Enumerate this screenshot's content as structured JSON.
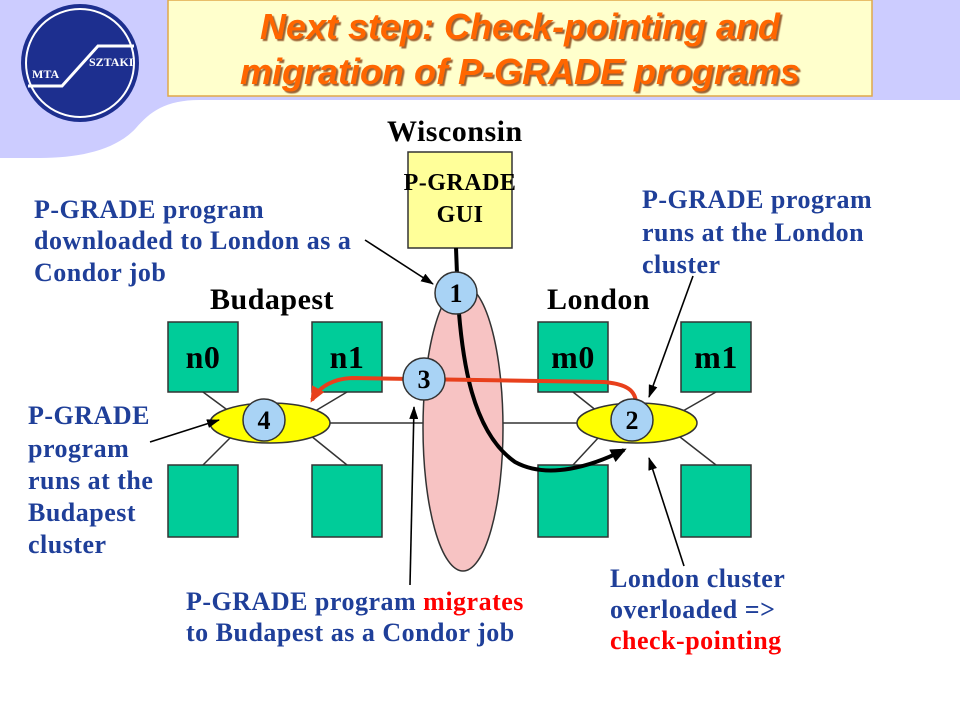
{
  "colors": {
    "header_background": "#ccccff",
    "logo_fill": "#1d2f8f",
    "title_box_fill": "#ffffcc",
    "title_text": "#ff6600",
    "annotation_text": "#1f3f99",
    "highlight_text": "#ff0000",
    "gui_box_fill": "#ffff99",
    "node_fill": "#00cc99",
    "switch_fill": "#ffff00",
    "network_fill": "#f7c3c3",
    "step_marker_fill": "#a9d3f5",
    "migration_arrow": "#e8401c"
  },
  "logo": {
    "left_text": "MTA",
    "right_text": "SZTAKI"
  },
  "title": {
    "line1": "Next step: Check-pointing and",
    "line2": "migration of P-GRADE programs"
  },
  "sites": {
    "wisconsin": "Wisconsin",
    "budapest": "Budapest",
    "london": "London"
  },
  "gui_box": {
    "line1": "P-GRADE",
    "line2": "GUI"
  },
  "nodes": {
    "budapest": [
      "n0",
      "n1"
    ],
    "london": [
      "m0",
      "m1"
    ]
  },
  "steps": [
    "1",
    "2",
    "3",
    "4"
  ],
  "annotations": {
    "download": [
      "P-GRADE program",
      "downloaded to London as a",
      "Condor job"
    ],
    "runs_london": [
      "P-GRADE program",
      "runs at the London",
      "cluster"
    ],
    "runs_budapest": [
      "P-GRADE",
      "program",
      "runs at the",
      "Budapest",
      "cluster"
    ],
    "migrates": {
      "line1_prefix": "P-GRADE program",
      "line1_highlight": "migrates",
      "line2": "to Budapest as a Condor job"
    },
    "overloaded": {
      "line1": "London cluster",
      "line2": "overloaded =>",
      "line3": "check-pointing"
    }
  }
}
